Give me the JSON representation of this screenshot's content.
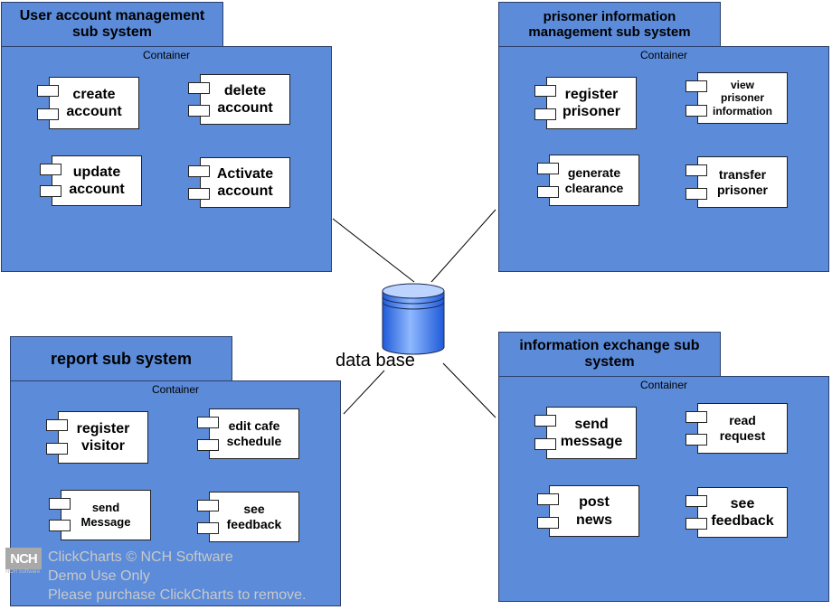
{
  "subsystems": {
    "user_account": {
      "title": "User account management sub system",
      "container": "Container",
      "components": [
        "create account",
        "delete account",
        "update account",
        "Activate account"
      ]
    },
    "prisoner_info": {
      "title": "prisoner information management sub system",
      "container": "Container",
      "components": [
        "register prisoner",
        "view prisoner information",
        "generate clearance",
        "transfer prisoner"
      ]
    },
    "report": {
      "title": "report sub system",
      "container": "Container",
      "components": [
        "register visitor",
        "edit cafe schedule",
        "send Message",
        "see feedback"
      ]
    },
    "info_exchange": {
      "title": "information exchange sub system",
      "container": "Container",
      "components": [
        "send message",
        "read request",
        "post news",
        "see feedback"
      ]
    }
  },
  "database": {
    "label": "data base"
  },
  "watermark": {
    "logo": "NCH",
    "logo_sub": "NCH Software",
    "line1": "ClickCharts © NCH Software",
    "line2": "Demo Use Only",
    "line3": "Please purchase ClickCharts to remove."
  },
  "colors": {
    "container_fill": "#5b8bd9",
    "border": "#2b3f6b",
    "component_fill": "#ffffff"
  }
}
